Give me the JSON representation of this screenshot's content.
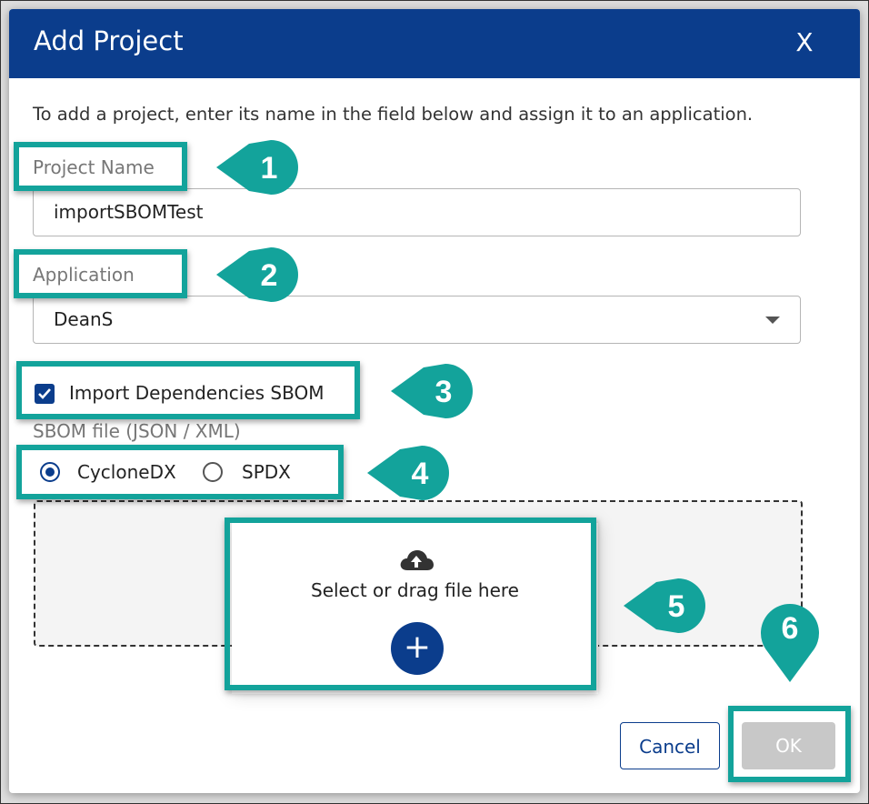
{
  "dialog": {
    "title": "Add Project",
    "close_label": "X",
    "intro": "To add a project, enter its name in the field below and assign it to an application."
  },
  "project_name": {
    "label": "Project Name",
    "value": "importSBOMTest"
  },
  "application": {
    "label": "Application",
    "value": "DeanS"
  },
  "import_sbom": {
    "label": "Import Dependencies SBOM",
    "checked": true
  },
  "sbom_file": {
    "label": "SBOM file (JSON / XML)",
    "formats": [
      {
        "label": "CycloneDX",
        "selected": true
      },
      {
        "label": "SPDX",
        "selected": false
      }
    ],
    "drop_text": "Select or drag file here",
    "add_label": "+"
  },
  "buttons": {
    "cancel": "Cancel",
    "ok": "OK"
  },
  "callouts": [
    "1",
    "2",
    "3",
    "4",
    "5",
    "6"
  ],
  "colors": {
    "header": "#0b3d8c",
    "accent": "#0b3d8c",
    "callout": "#13a39b",
    "disabled": "#c8c8c8"
  }
}
